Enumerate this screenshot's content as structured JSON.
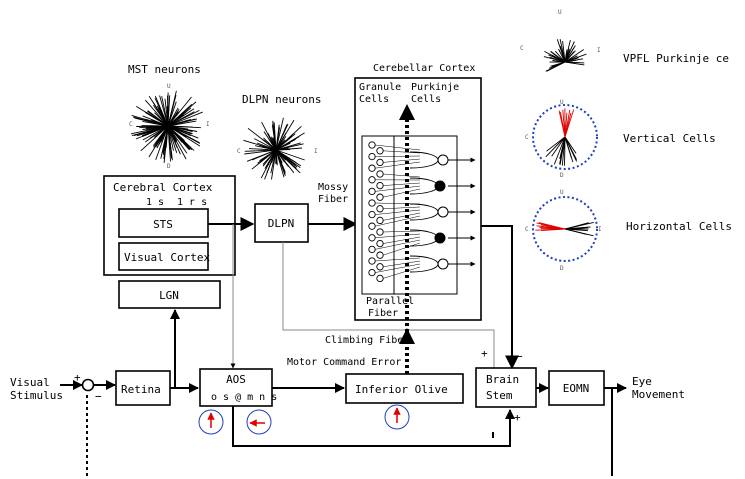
{
  "labels": {
    "mst_neurons": "MST neurons",
    "dlpn_neurons": "DLPN neurons",
    "cerebellar_cortex": "Cerebellar Cortex",
    "granule_cells_1": "Granule",
    "granule_cells_2": "Cells",
    "purkinje_cells_1": "Purkinje",
    "purkinje_cells_2": "Cells",
    "vpfl_purkinje": "VPFL Purkinje ce",
    "vertical_cells": "Vertical Cells",
    "horizontal_cells": "Horizontal Cells",
    "cerebral_cortex": "Cerebral Cortex",
    "cortex_sub_1": "1 s",
    "cortex_sub_2": "1 r s",
    "sts": "STS",
    "visual_cortex": "Visual Cortex",
    "lgn": "LGN",
    "dlpn": "DLPN",
    "mossy_fiber_1": "Mossy",
    "mossy_fiber_2": "Fiber",
    "parallel_fiber_1": "Parallel",
    "parallel_fiber_2": "Fiber",
    "climbing_fiber": "Climbing Fiber",
    "motor_command_error": "Motor Command Error",
    "visual_stimulus_1": "Visual",
    "visual_stimulus_2": "Stimulus",
    "retina": "Retina",
    "aos": "AOS",
    "aos_sub": "o s @ m n s",
    "inferior_olive": "Inferior Olive",
    "brain_stem_1": "Brain",
    "brain_stem_2": "Stem",
    "eomn": "EOMN",
    "eye_movement_1": "Eye",
    "eye_movement_2": "Movement",
    "plus_a": "+",
    "minus_a": "−",
    "plus_b": "+",
    "minus_b": "−",
    "plus_c": "+",
    "tick_u": "U",
    "tick_d": "D",
    "tick_c": "C",
    "tick_i": "I"
  },
  "colors": {
    "line": "#000000",
    "dotted_circle": "#1f3fbf",
    "red_vector": "#e00000",
    "gray_line": "#888888"
  },
  "icons": {
    "summing_junction": "summing-junction-icon",
    "purkinje": "purkinje-cell-icon",
    "granule": "granule-cell-icon"
  }
}
